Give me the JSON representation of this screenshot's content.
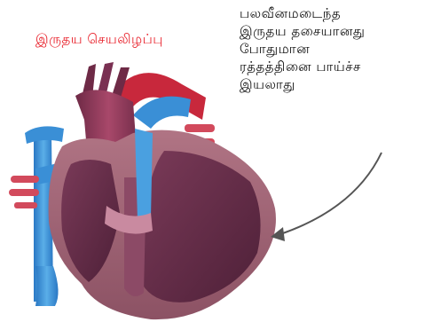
{
  "diagram": {
    "title": "இருதய செயலிழப்பு",
    "annotation": {
      "lines": [
        "பலவீனமடைந்த",
        "இருதய தசையானது",
        "போதுமான",
        "ரத்தத்தினை பாய்ச்ச",
        "இயலாது"
      ]
    },
    "colors": {
      "title": "#e8202a",
      "text": "#111111",
      "arrow": "#555555",
      "myocardium": "#9a6070",
      "chamber_interior": "#5e2a44",
      "artery_red": "#c8283c",
      "vein_blue": "#3a8fd6"
    },
    "icons": {
      "heart": "heart-cross-section-illustration",
      "arrow": "curved-pointer-arrow"
    }
  }
}
